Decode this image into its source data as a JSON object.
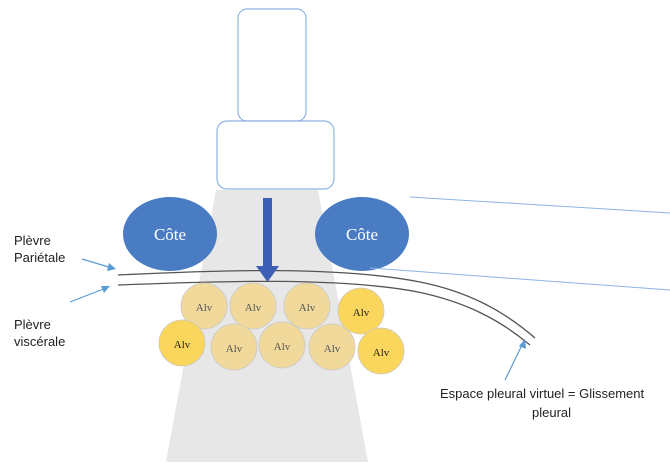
{
  "labels": {
    "rib_left": "Côte",
    "rib_right": "Côte",
    "parietal_line1": "Plèvre",
    "parietal_line2": "Pariétale",
    "visceral_line1": "Plèvre",
    "visceral_line2": "viscérale",
    "space_line1": "Espace pleural virtuel = Glissement",
    "space_line2": "pleural"
  },
  "alveoli": [
    "Alv",
    "Alv",
    "Alv",
    "Alv",
    "Alv",
    "Alv",
    "Alv",
    "Alv",
    "Alv"
  ],
  "colors": {
    "probe_stroke": "#8eb4e3",
    "beam": "#e3e3e3",
    "rib_fill": "#4a7cc4",
    "arrow_fill": "#3d5fb5",
    "pointer": "#5b9bd5",
    "alv_bright": "#fbd65c",
    "alv_faded": "#f0d99a"
  }
}
